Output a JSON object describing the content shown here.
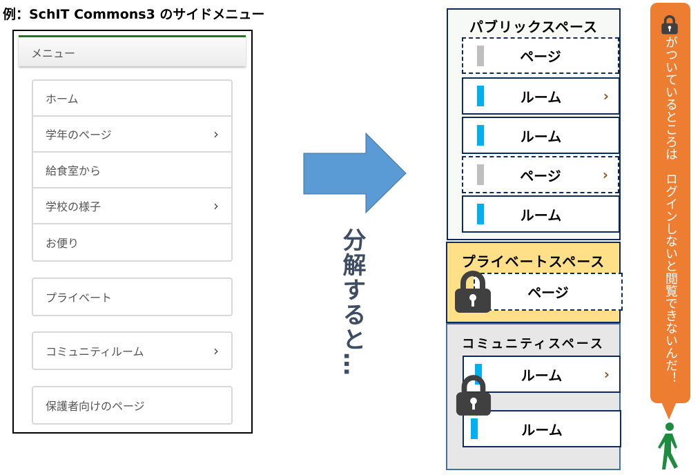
{
  "example_title": "例：SchIT Commons3 のサイドメニュー",
  "menu": {
    "header": "メニュー",
    "group1": [
      {
        "label": "ホーム",
        "has_children": false
      },
      {
        "label": "学年のページ",
        "has_children": true
      },
      {
        "label": "給食室から",
        "has_children": false
      },
      {
        "label": "学校の様子",
        "has_children": true
      },
      {
        "label": "お便り",
        "has_children": false
      }
    ],
    "private": {
      "label": "プライベート"
    },
    "community": {
      "label": "コミュニティルーム"
    },
    "guardian": {
      "label": "保護者向けのページ"
    },
    "chevron": "›"
  },
  "decompose_text": "分解すると…",
  "public_space": {
    "title": "パブリックスペース",
    "items": [
      {
        "label": "ページ",
        "type": "page",
        "chevron": false
      },
      {
        "label": "ルーム",
        "type": "room",
        "chevron": true
      },
      {
        "label": "ルーム",
        "type": "room",
        "chevron": false
      },
      {
        "label": "ページ",
        "type": "page",
        "chevron": true
      },
      {
        "label": "ルーム",
        "type": "room",
        "chevron": false
      }
    ]
  },
  "private_space": {
    "title": "プライベートスペース",
    "item": "ページ"
  },
  "community_space": {
    "title": "コミュニティスペース",
    "items": [
      "ルーム",
      "ルーム"
    ]
  },
  "bubble_text": "がついているところは　ログインしないと閲覧できないんだ！",
  "colors": {
    "page_bar": "#bfbfbf",
    "room_bar": "#00b0f0",
    "orange": "#ed7d31",
    "navy": "#0d2a5c",
    "private_bg": "#ffdf87",
    "community_bg": "#e7e7e7",
    "person": "#1e8c3e",
    "arrow": "#5b9bd5"
  }
}
